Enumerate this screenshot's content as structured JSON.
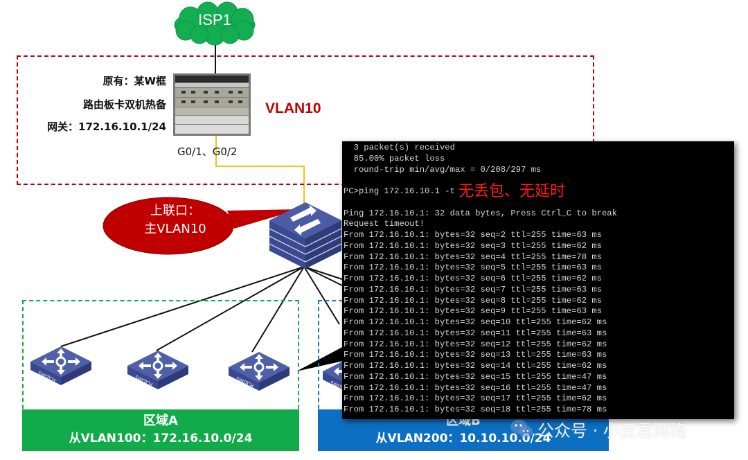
{
  "isp": {
    "label": "ISP1"
  },
  "core": {
    "desc_lines": [
      "原有：某W框",
      "路由板卡双机热备",
      "网关：172.16.10.1/24"
    ],
    "vlan_label": "VLAN10",
    "ports_label": "G0/1、G0/2"
  },
  "uplink_callout": {
    "line1": "上联口：",
    "line2": "主VLAN10"
  },
  "zones": [
    {
      "title": "区域A",
      "subtitle": "从VLAN100：172.16.10.0/24",
      "switch_label": "SWITCH",
      "color": "#12ab4a"
    },
    {
      "title": "区域B",
      "subtitle": "从VLAN200：10.10.10.0/24",
      "switch_label": "SWITCH",
      "color": "#0d6fc2"
    }
  ],
  "terminal": {
    "lines": [
      "  3 packet(s) received",
      "  85.00% packet loss",
      "  round-trip min/avg/max = 0/208/297 ms",
      "",
      "PC>ping 172.16.10.1 -t",
      "",
      "Ping 172.16.10.1: 32 data bytes, Press Ctrl_C to break",
      "Request timeout!",
      "From 172.16.10.1: bytes=32 seq=2 ttl=255 time=63 ms",
      "From 172.16.10.1: bytes=32 seq=3 ttl=255 time=62 ms",
      "From 172.16.10.1: bytes=32 seq=4 ttl=255 time=78 ms",
      "From 172.16.10.1: bytes=32 seq=5 ttl=255 time=63 ms",
      "From 172.16.10.1: bytes=32 seq=6 ttl=255 time=62 ms",
      "From 172.16.10.1: bytes=32 seq=7 ttl=255 time=63 ms",
      "From 172.16.10.1: bytes=32 seq=8 ttl=255 time=62 ms",
      "From 172.16.10.1: bytes=32 seq=9 ttl=255 time=63 ms",
      "From 172.16.10.1: bytes=32 seq=10 ttl=255 time=62 ms",
      "From 172.16.10.1: bytes=32 seq=11 ttl=255 time=63 ms",
      "From 172.16.10.1: bytes=32 seq=12 ttl=255 time=62 ms",
      "From 172.16.10.1: bytes=32 seq=13 ttl=255 time=63 ms",
      "From 172.16.10.1: bytes=32 seq=14 ttl=255 time=62 ms",
      "From 172.16.10.1: bytes=32 seq=15 ttl=255 time=47 ms",
      "From 172.16.10.1: bytes=32 seq=16 ttl=255 time=47 ms",
      "From 172.16.10.1: bytes=32 seq=17 ttl=255 time=62 ms",
      "From 172.16.10.1: bytes=32 seq=18 ttl=255 time=78 ms"
    ],
    "annotation": "无丢包、无延时"
  },
  "watermark": {
    "text": "公众号 · 小云君网络",
    "icon": "wechat-icon"
  }
}
